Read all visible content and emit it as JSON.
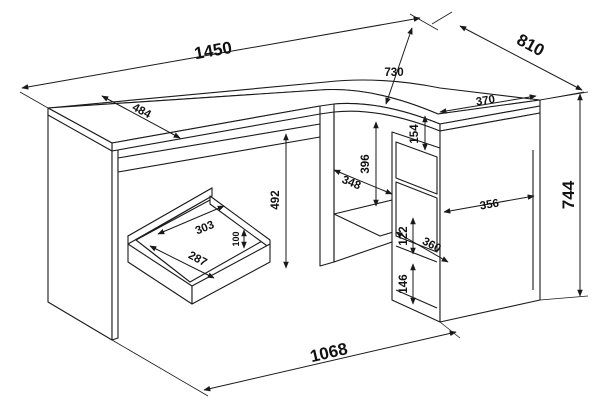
{
  "dimensions": {
    "total_width": "1450",
    "depth": "810",
    "diagonal": "730",
    "top_inner_depth": "484",
    "cabinet_width": "370",
    "drawer_front_height": "154",
    "column_height": "396",
    "shelf_depth": "348",
    "leg_clearance": "492",
    "inner_width": "356",
    "total_height": "744",
    "drawer_height": "122",
    "drawer_depth": "360",
    "bottom_gap": "146",
    "front_length": "1068",
    "keyboard_tray_width": "303",
    "keyboard_tray_depth": "287",
    "keyboard_tray_height": "100"
  }
}
